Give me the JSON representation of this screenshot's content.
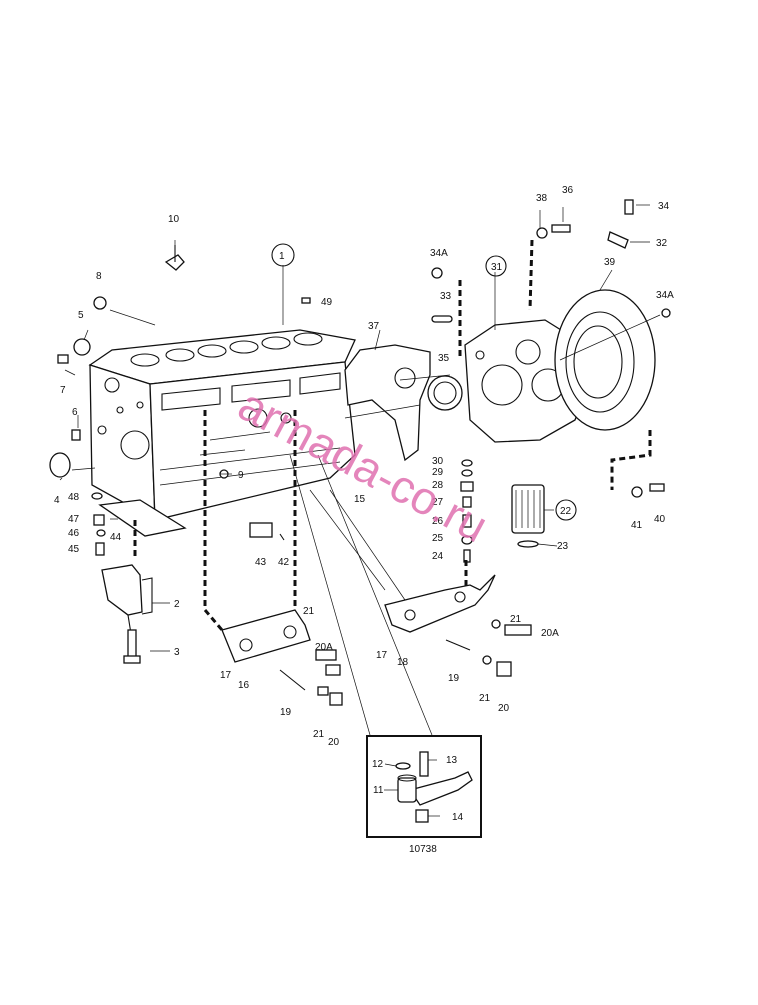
{
  "callouts": [
    "1",
    "2",
    "3",
    "4",
    "5",
    "6",
    "7",
    "8",
    "9",
    "10",
    "15",
    "16",
    "17",
    "17",
    "18",
    "19",
    "19",
    "20",
    "20",
    "20A",
    "20A",
    "21",
    "21",
    "21",
    "21",
    "22",
    "23",
    "24",
    "25",
    "26",
    "27",
    "28",
    "29",
    "30",
    "31",
    "32",
    "33",
    "34",
    "34A",
    "34A",
    "35",
    "36",
    "37",
    "38",
    "39",
    "40",
    "41",
    "42",
    "43",
    "44",
    "45",
    "46",
    "47",
    "48",
    "49"
  ],
  "inset": {
    "callouts": [
      "11",
      "12",
      "13",
      "14"
    ],
    "figure_number": "10738"
  },
  "watermark": "armada-co.ru"
}
